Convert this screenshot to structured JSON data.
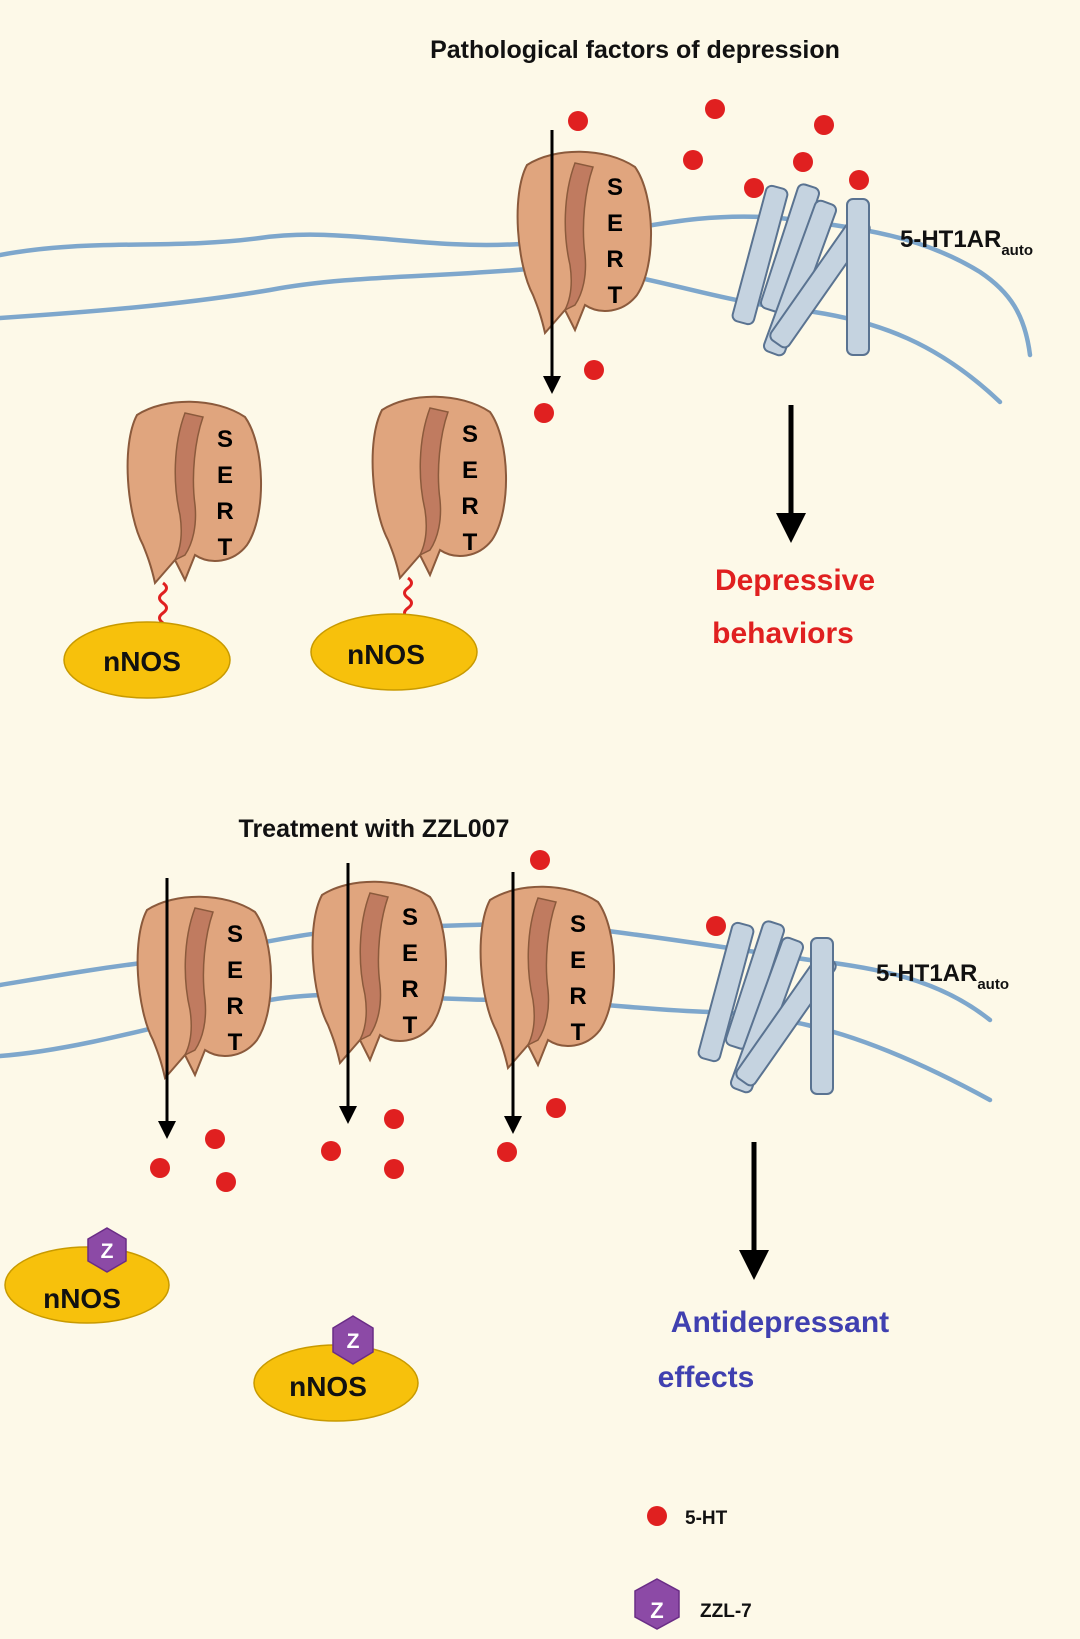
{
  "panel_top": {
    "title": "Pathological factors of depression",
    "sert_label_letters": [
      "S",
      "E",
      "R",
      "T"
    ],
    "receptor_label_main": "5-HT1AR",
    "receptor_label_sub": "auto",
    "outcome_line1": "Depressive",
    "outcome_line2": "behaviors",
    "nnos_label": "nNOS"
  },
  "panel_bottom": {
    "title": "Treatment with ZZL007",
    "sert_label_letters": [
      "S",
      "E",
      "R",
      "T"
    ],
    "receptor_label_main": "5-HT1AR",
    "receptor_label_sub": "auto",
    "outcome_line1": "Antidepressant",
    "outcome_line2": "effects",
    "nnos_label": "nNOS",
    "drug_badge_letter": "Z"
  },
  "legend": {
    "serotonin_label": "5-HT",
    "drug_label": "ZZL-7",
    "drug_badge_letter": "Z"
  },
  "colors": {
    "background": "#fdf9e8",
    "membrane": "#7ea7cc",
    "sert_fill": "#e0a57e",
    "sert_inner": "#c07b60",
    "sert_stroke": "#8b5a3c",
    "receptor_fill": "#c5d3e0",
    "receptor_stroke": "#5a7391",
    "nnos_fill": "#f7c10c",
    "serotonin": "#e02020",
    "drug_hexagon": "#8c4aa6",
    "depressive_text": "#e02020",
    "antidepressant_text": "#4040b0",
    "linker": "#e02020"
  }
}
